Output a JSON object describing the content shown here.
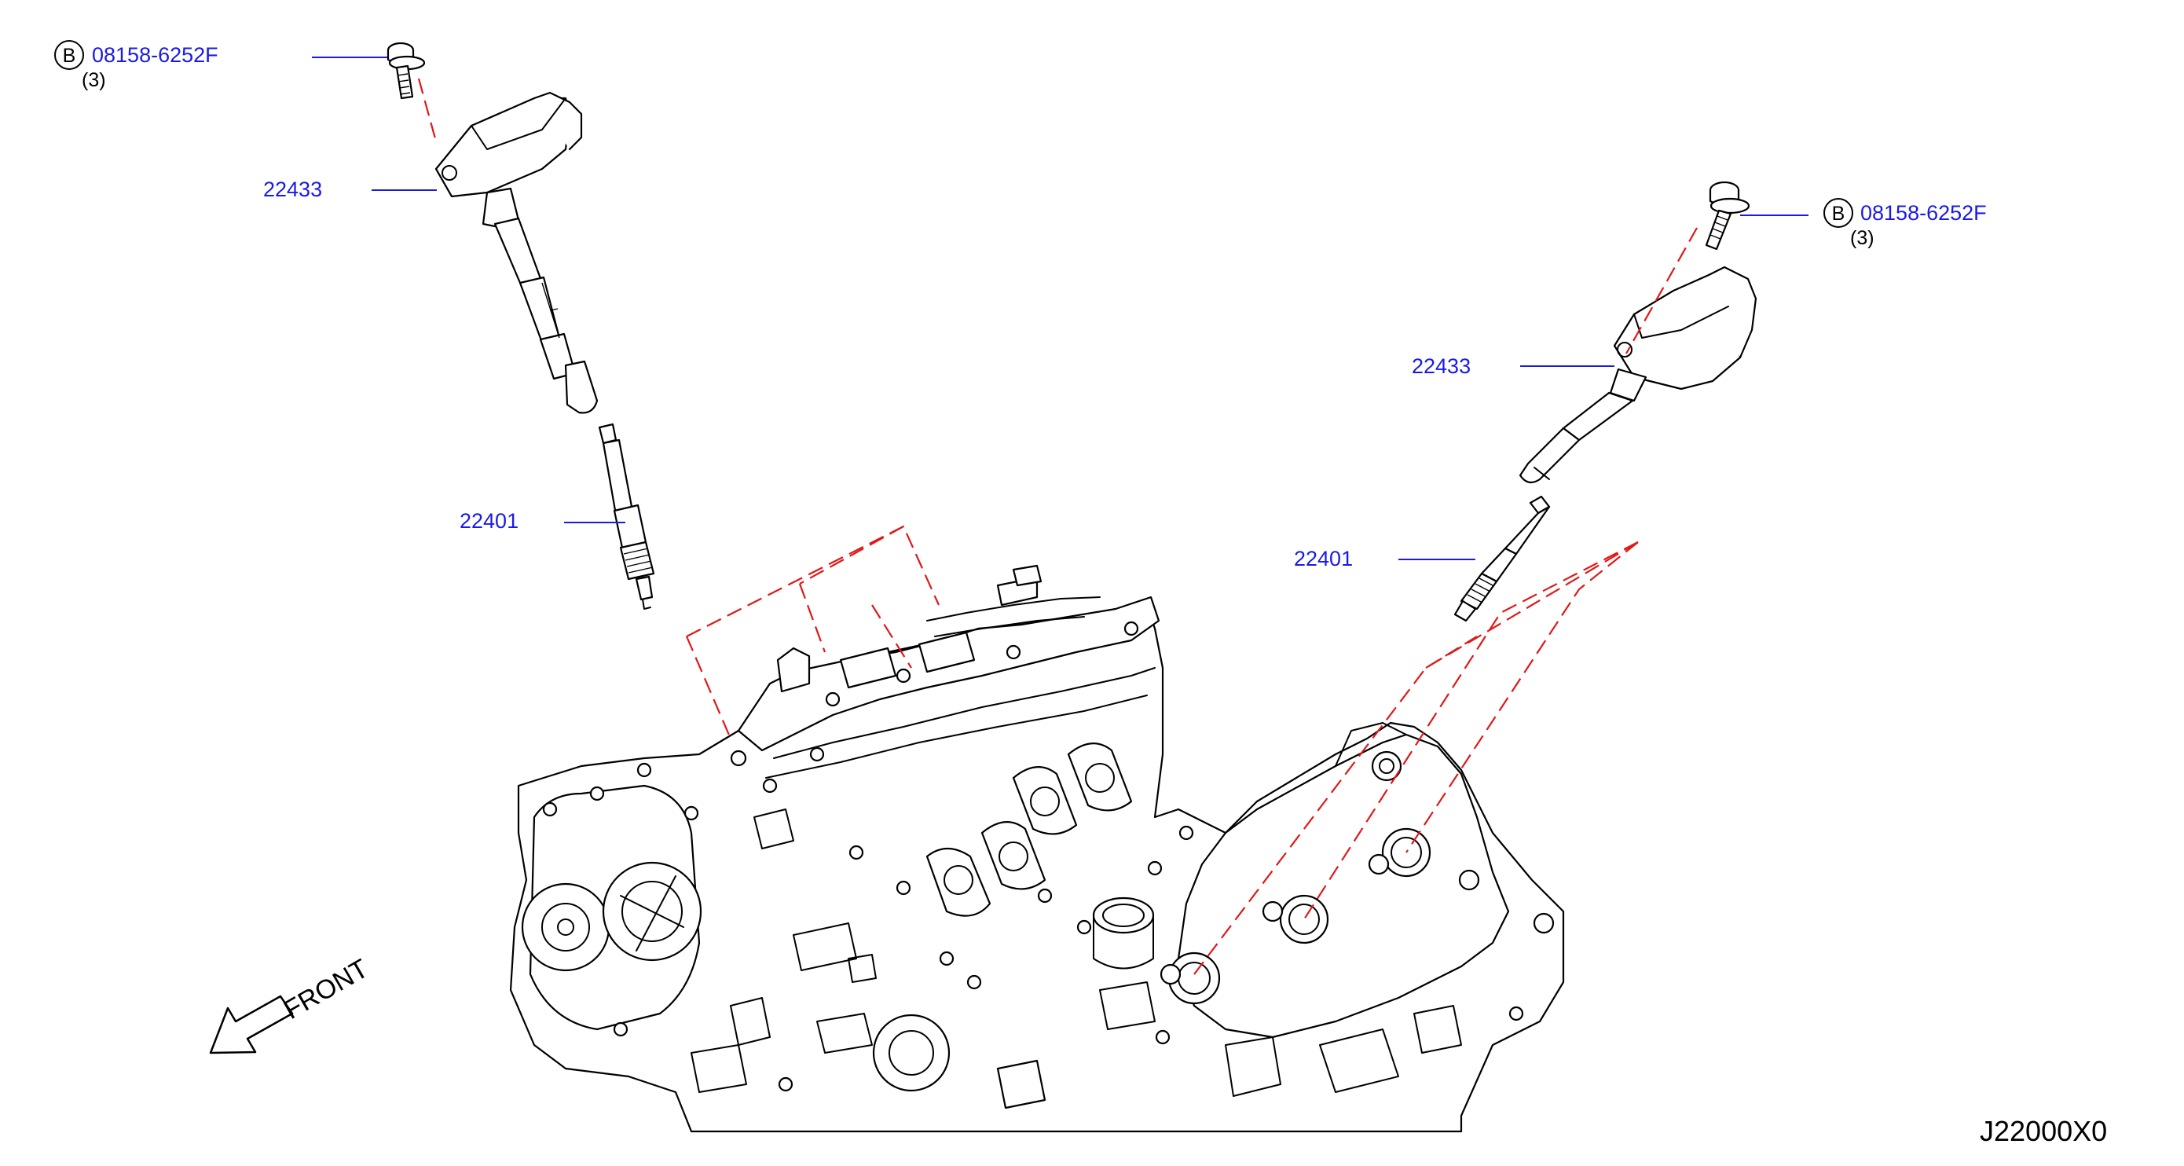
{
  "callouts": {
    "bolt_left": {
      "badge": "B",
      "part_no": "08158-6252F",
      "qty": "(3)"
    },
    "bolt_right": {
      "badge": "B",
      "part_no": "08158-6252F",
      "qty": "(3)"
    },
    "coil_left": "22433",
    "coil_right": "22433",
    "plug_left": "22401",
    "plug_right": "22401"
  },
  "front_label": "FRONT",
  "diagram_id": "J22000X0",
  "colors": {
    "callout_text": "#1a1ae6",
    "leader_line": "#1a1ae6",
    "alignment_dash": "#e01818",
    "line_art": "#000000"
  }
}
